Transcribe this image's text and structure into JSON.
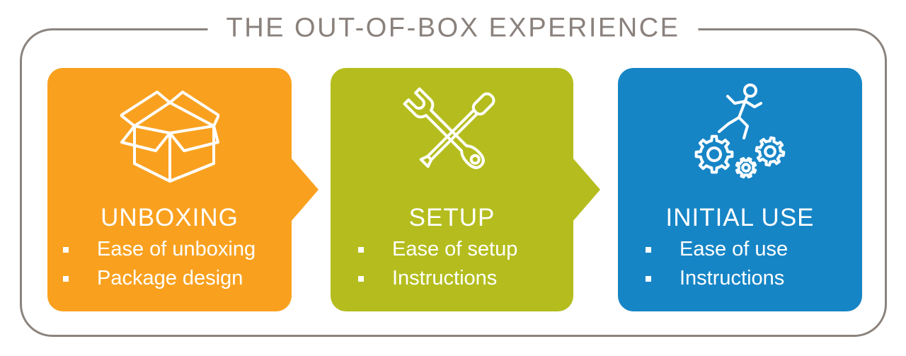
{
  "title": "THE OUT-OF-BOX EXPERIENCE",
  "frame": {
    "border_color": "#8b837d",
    "title_color": "#8a817c"
  },
  "text_color": "#ffffff",
  "stages": [
    {
      "name": "unboxing",
      "label": "UNBOXING",
      "color": "#f9a11f",
      "icon": "open-box-icon",
      "has_arrow": true,
      "items": [
        "Ease of unboxing",
        "Package design"
      ]
    },
    {
      "name": "setup",
      "label": "SETUP",
      "color": "#b4bd1d",
      "icon": "wrench-screwdriver-icon",
      "has_arrow": true,
      "items": [
        "Ease of setup",
        "Instructions"
      ]
    },
    {
      "name": "initial-use",
      "label": "INITIAL USE",
      "color": "#1685c6",
      "icon": "runner-gears-icon",
      "has_arrow": false,
      "items": [
        "Ease of use",
        "Instructions"
      ]
    }
  ]
}
